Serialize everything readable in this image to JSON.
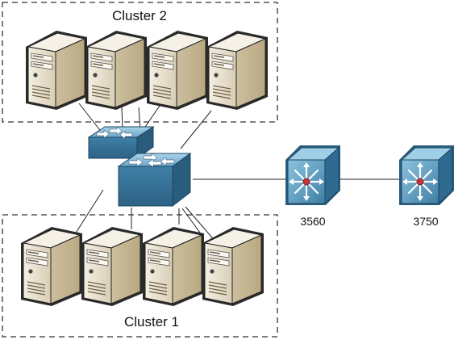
{
  "diagram": {
    "clusters": [
      {
        "id": "cluster-2",
        "label": "Cluster 2",
        "servers": 4
      },
      {
        "id": "cluster-1",
        "label": "Cluster 1",
        "servers": 4
      }
    ],
    "devices": [
      {
        "id": "access-switch",
        "kind": "stacked-switch",
        "label": ""
      },
      {
        "id": "switch-3560",
        "kind": "multilayer-switch",
        "label": "3560"
      },
      {
        "id": "switch-3750",
        "kind": "multilayer-switch",
        "label": "3750"
      }
    ],
    "colors": {
      "server_face": "#e9e1cf",
      "server_side": "#d4c6a6",
      "server_top": "#f3eee2",
      "switch_blue": "#4a86ad",
      "switch_light": "#8fc1dc",
      "switch_dark": "#2c5f80",
      "dashed_border": "#333333"
    }
  }
}
